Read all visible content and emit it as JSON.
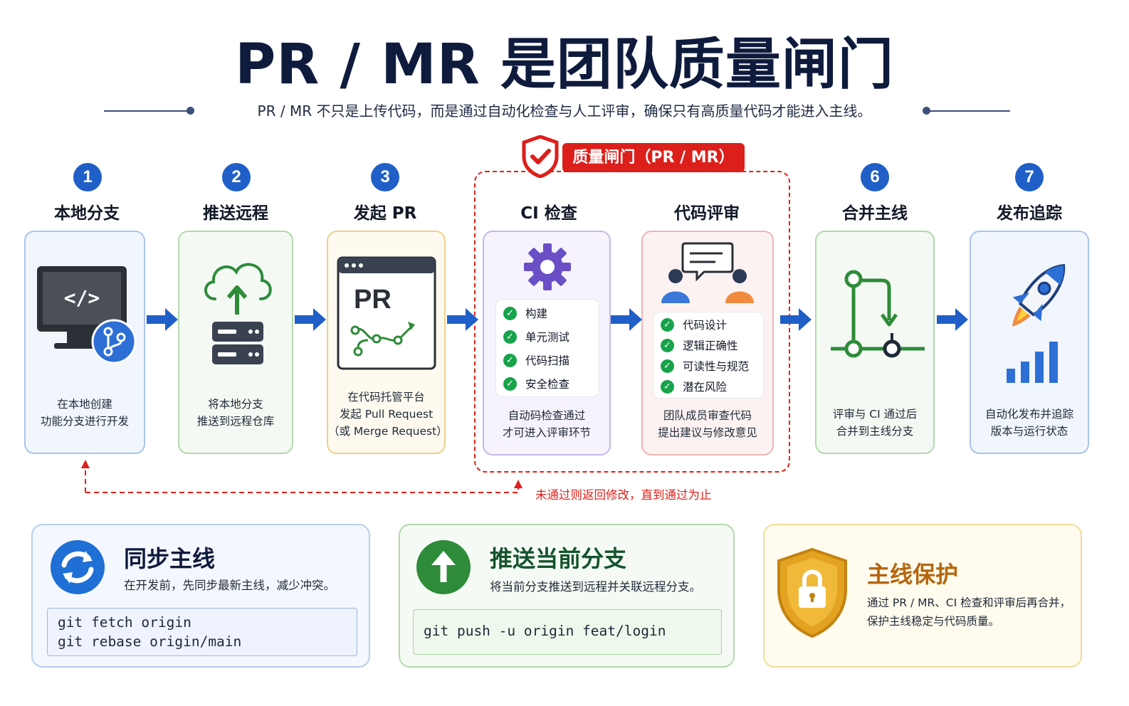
{
  "title": "PR / MR 是团队质量闸门",
  "subtitle": "PR / MR 不只是上传代码，而是通过自动化检查与人工评审，确保只有高质量代码才能进入主线。",
  "gate_label": "质量闸门（PR / MR）",
  "stages": [
    {
      "number": "1",
      "label": "本地分支",
      "desc": [
        "在本地创建",
        "功能分支进行开发"
      ]
    },
    {
      "number": "2",
      "label": "推送远程",
      "desc": [
        "将本地分支",
        "推送到远程仓库"
      ]
    },
    {
      "number": "3",
      "label": "发起 PR",
      "desc": [
        "在代码托管平台",
        "发起 Pull Request",
        "（或 Merge Request）"
      ],
      "icon_text": "PR"
    },
    {
      "label": "CI 检查",
      "checks": [
        "构建",
        "单元测试",
        "代码扫描",
        "安全检查"
      ],
      "desc": [
        "自动码检查通过",
        "才可进入评审环节"
      ]
    },
    {
      "label": "代码评审",
      "checks": [
        "代码设计",
        "逻辑正确性",
        "可读性与规范",
        "潜在风险"
      ],
      "desc": [
        "团队成员审查代码",
        "提出建议与修改意见"
      ]
    },
    {
      "number": "6",
      "label": "合并主线",
      "desc": [
        "评审与 CI 通过后",
        "合并到主线分支"
      ]
    },
    {
      "number": "7",
      "label": "发布追踪",
      "desc": [
        "自动化发布并追踪",
        "版本与运行状态"
      ]
    }
  ],
  "loop_back_text": "未通过则返回修改，直到通过为止",
  "panels": [
    {
      "title": "同步主线",
      "desc": "在开发前，先同步最新主线，减少冲突。",
      "code": [
        "git fetch origin",
        "git rebase origin/main"
      ]
    },
    {
      "title": "推送当前分支",
      "desc": "将当前分支推送到远程并关联远程分支。",
      "code": [
        "git push -u origin feat/login"
      ]
    },
    {
      "title": "主线保护",
      "desc": [
        "通过 PR / MR、CI 检查和评审后再合并，",
        "保护主线稳定与代码质量。"
      ]
    }
  ],
  "colors": {
    "primary_blue": "#1f5fc7",
    "gate_red": "#dc1f1b",
    "green": "#16a34a",
    "orange": "#c2741a"
  },
  "icons": [
    "monitor-code-icon",
    "git-branch-icon",
    "cloud-upload-icon",
    "server-icon",
    "pr-window-icon",
    "gear-icon",
    "reviewers-icon",
    "merge-icon",
    "rocket-icon",
    "bar-chart-icon",
    "sync-icon",
    "upload-arrow-icon",
    "shield-lock-icon",
    "shield-check-icon"
  ]
}
